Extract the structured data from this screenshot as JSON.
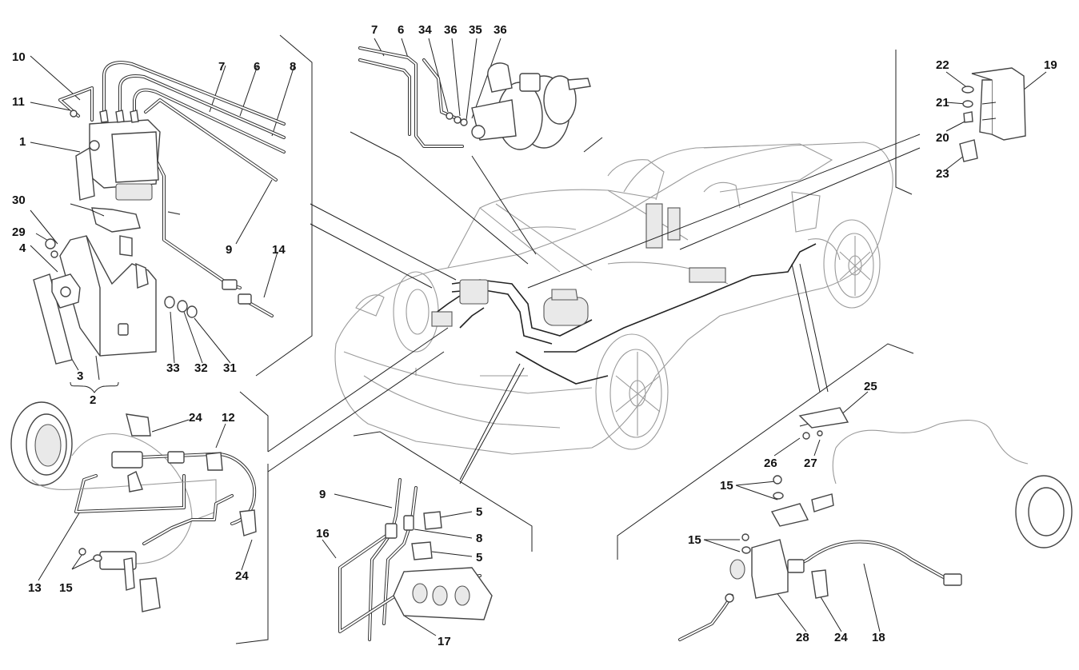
{
  "labels": {
    "l10": "10",
    "l11": "11",
    "l1": "1",
    "l30": "30",
    "l29": "29",
    "l4": "4",
    "l7a": "7",
    "l6a": "6",
    "l8a": "8",
    "l9a": "9",
    "l14": "14",
    "l33": "33",
    "l32": "32",
    "l31": "31",
    "l3": "3",
    "l2": "2",
    "l7b": "7",
    "l6b": "6",
    "l34": "34",
    "l36a": "36",
    "l35": "35",
    "l36b": "36",
    "l22": "22",
    "l19": "19",
    "l21": "21",
    "l20": "20",
    "l23": "23",
    "l24a": "24",
    "l12": "12",
    "l13": "13",
    "l15a": "15",
    "l24b": "24",
    "l9b": "9",
    "l5a": "5",
    "l8b": "8",
    "l16": "16",
    "l5b": "5",
    "l17": "17",
    "l25": "25",
    "l26": "26",
    "l27": "27",
    "l15b": "15",
    "l15c": "15",
    "l28": "28",
    "l24c": "24",
    "l18": "18"
  },
  "colors": {
    "line": "#222222",
    "background": "#ffffff",
    "car_outline": "#9a9a9a"
  }
}
